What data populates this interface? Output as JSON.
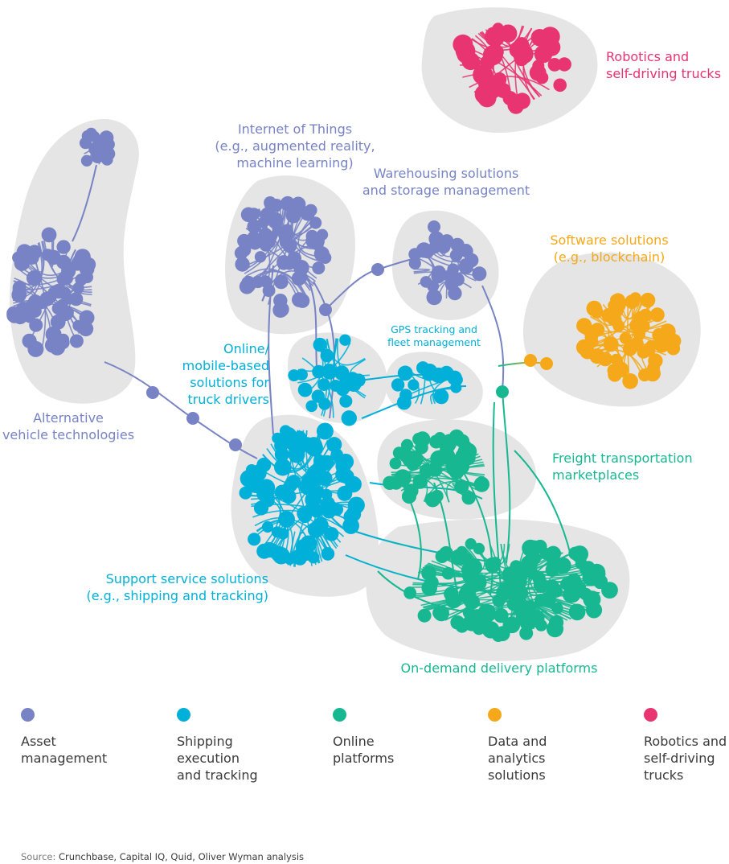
{
  "colors": {
    "asset": "#7783c4",
    "shipping": "#00b0d8",
    "online": "#17b891",
    "data": "#f5a91a",
    "robotics": "#e83470",
    "cluster_bg": "#e5e5e5",
    "text": "#3a3a3a"
  },
  "labels": {
    "robotics": "Robotics and\nself-driving trucks",
    "iot": "Internet of Things\n(e.g., augmented reality,\nmachine learning)",
    "warehousing": "Warehousing solutions\nand storage management",
    "software": "Software solutions\n(e.g., blockchain)",
    "gps": "GPS tracking and\nfleet management",
    "online_mobile": "Online/\nmobile-based\nsolutions for\ntruck drivers",
    "alternative": "Alternative\nvehicle technologies",
    "freight": "Freight transportation\nmarketplaces",
    "support": "Support service solutions\n(e.g., shipping and tracking)",
    "ondemand": "On-demand delivery platforms"
  },
  "legend": [
    {
      "label": "Asset\nmanagement",
      "color": "#7783c4",
      "icon": "dot-icon"
    },
    {
      "label": "Shipping\nexecution\nand tracking",
      "color": "#00b0d8",
      "icon": "dot-icon"
    },
    {
      "label": "Online\nplatforms",
      "color": "#17b891",
      "icon": "dot-icon"
    },
    {
      "label": "Data and\nanalytics\nsolutions",
      "color": "#f5a91a",
      "icon": "dot-icon"
    },
    {
      "label": "Robotics and\nself-driving\ntrucks",
      "color": "#e83470",
      "icon": "dot-icon"
    }
  ],
  "source": {
    "prefix": "Source: ",
    "text": "Crunchbase, Capital IQ, Quid, Oliver Wyman analysis"
  }
}
